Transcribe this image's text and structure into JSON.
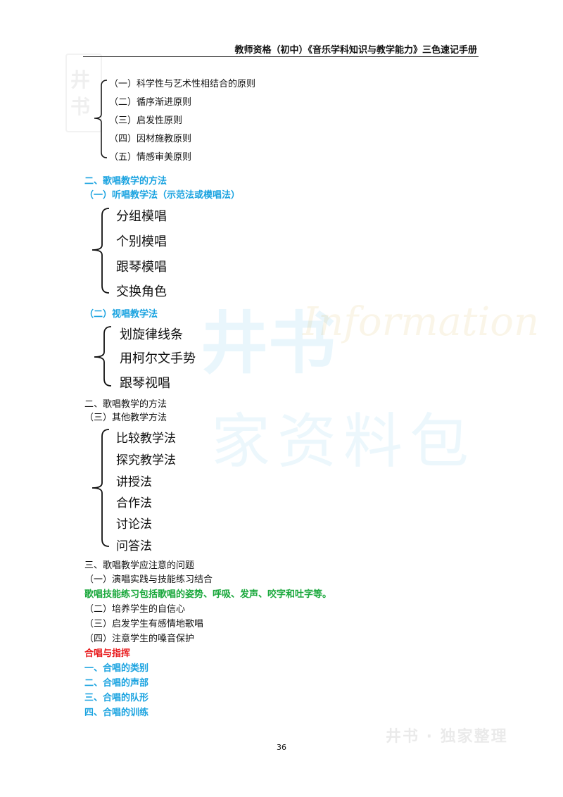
{
  "header": {
    "title": "教师资格（初中）《音乐学科知识与教学能力》三色速记手册"
  },
  "watermark": {
    "logo_text": "井书",
    "center_chars": "井书",
    "center_script": "Information",
    "center_row2": "家资料包",
    "footer": "井书 · 独家整理"
  },
  "section_principles": {
    "items": [
      "（一）科学性与艺术性相结合的原则",
      "（二）循序渐进原则",
      "（三）启发性原则",
      "（四）因材施教原则",
      "（五）情感审美原则"
    ]
  },
  "section_methods": {
    "heading": "二、歌唱教学的方法",
    "sub1": "（一）听唱教学法（示范法或模唱法）",
    "sub1_items": [
      "分组模唱",
      "个别模唱",
      "跟琴模唱",
      "交换角色"
    ],
    "sub2": "（二）视唱教学法",
    "sub2_items": [
      "划旋律线条",
      "用柯尔文手势",
      "跟琴视唱"
    ],
    "heading_repeat": "二、歌唱教学的方法",
    "sub3": "（三）其他教学方法",
    "sub3_items": [
      "比较教学法",
      "探究教学法",
      "讲授法",
      "合作法",
      "讨论法",
      "问答法"
    ]
  },
  "section_issues": {
    "heading": "三、歌唱教学应注意的问题",
    "item1": "（一）演唱实践与技能练习结合",
    "note": "歌唱技能练习包括歌唱的姿势、呼吸、发声、咬字和吐字等。",
    "item2": "（二）培养学生的自信心",
    "item3": "（三）启发学生有感情地歌唱",
    "item4": "（四）注意学生的嗓音保护"
  },
  "section_chorus": {
    "title": "合唱与指挥",
    "items": [
      "一、合唱的类别",
      "二、合唱的声部",
      "三、合唱的队形",
      "四、合唱的训练"
    ]
  },
  "page_number": "36"
}
